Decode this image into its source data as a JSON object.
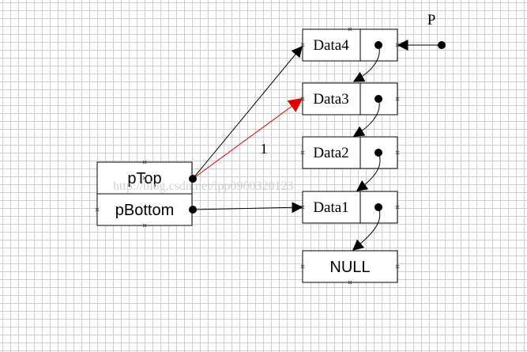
{
  "stack_struct": {
    "top_field": "pTop",
    "bottom_field": "pBottom"
  },
  "nodes": [
    {
      "data": "Data4"
    },
    {
      "data": "Data3"
    },
    {
      "data": "Data2"
    },
    {
      "data": "Data1"
    }
  ],
  "null_node": {
    "label": "NULL"
  },
  "pointer_label": "P",
  "new_arrow_label": "1",
  "watermark": "http://blog.csdn.net/lpp0900320123",
  "colors": {
    "line": "#000000",
    "highlight_arrow": "#e00000",
    "box_border": "#000000",
    "grid": "#cfcfcf"
  }
}
